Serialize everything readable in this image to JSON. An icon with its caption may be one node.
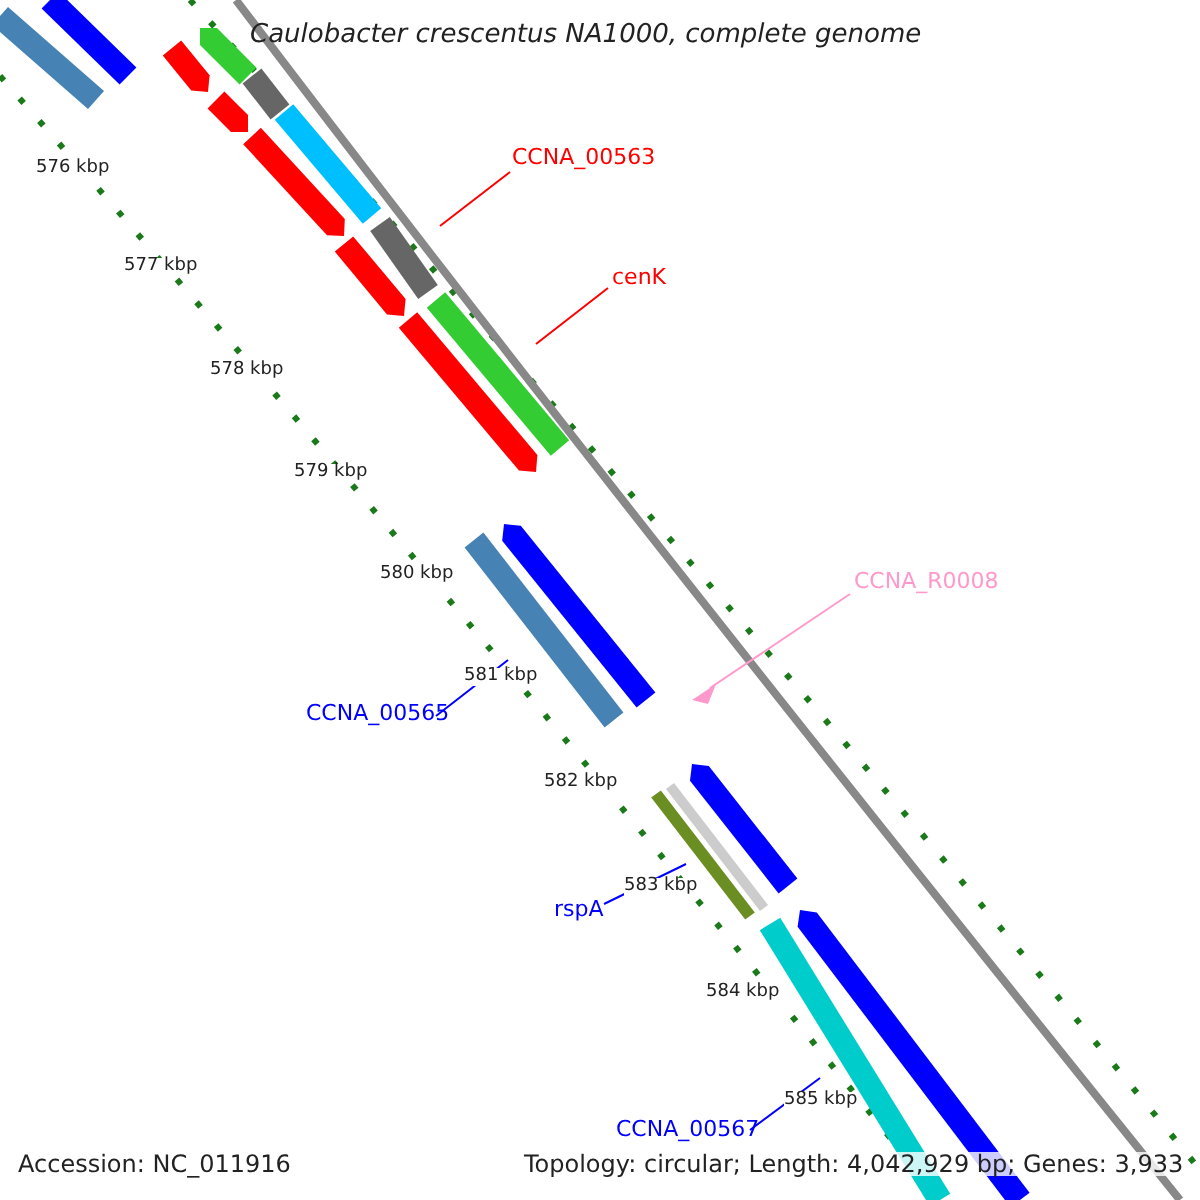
{
  "diagram": {
    "title": "Caulobacter crescentus NA1000, complete genome",
    "nodes": [
      {
        "text": [
          "CCNA_00563"
        ]
      },
      {
        "text": [
          "cenK"
        ]
      },
      {
        "text": [
          "CCNA_R0008"
        ]
      },
      {
        "text": [
          "CCNA_00565"
        ]
      },
      {
        "text": [
          "rspA"
        ]
      },
      {
        "text": [
          "CCNA_00567"
        ]
      },
      {
        "text": [],
        "shape": "bar"
      },
      {
        "text": [],
        "shape": "bar"
      },
      {
        "text": [],
        "shape": "bar"
      },
      {
        "text": [],
        "shape": "bar"
      },
      {
        "text": [],
        "shape": "bar"
      },
      {
        "text": [],
        "shape": "bar"
      },
      {
        "text": [],
        "shape": "bar"
      },
      {
        "text": [],
        "shape": "bar"
      },
      {
        "text": [],
        "shape": "bar"
      },
      {
        "text": [],
        "shape": "bar"
      },
      {
        "text": [],
        "shape": "bar"
      },
      {
        "text": [],
        "shape": "bar"
      },
      {
        "text": [],
        "shape": "bar"
      },
      {
        "text": [],
        "shape": "bar"
      },
      {
        "text": [],
        "shape": "triangle"
      },
      {
        "text": [],
        "shape": "bar"
      },
      {
        "text": [],
        "shape": "bar"
      },
      {
        "text": [],
        "shape": "bar"
      },
      {
        "text": [],
        "shape": "bar"
      },
      {
        "text": [],
        "shape": "bar"
      }
    ],
    "edges": [
      {
        "from": 0,
        "to": 14,
        "arrow": "none",
        "color": "#ff0000"
      },
      {
        "from": 1,
        "to": 16,
        "arrow": "none",
        "color": "#ff0000"
      },
      {
        "from": 2,
        "to": 20,
        "arrow": "none",
        "color": "#ff99cc"
      },
      {
        "from": 3,
        "to": 19,
        "arrow": "none",
        "color": "#0000ff"
      },
      {
        "from": 4,
        "to": 23,
        "arrow": "none",
        "color": "#0000ff"
      },
      {
        "from": 5,
        "to": 25,
        "arrow": "none",
        "color": "#0000ff"
      }
    ],
    "labels": [
      "576 kbp",
      "577 kbp",
      "578 kbp",
      "579 kbp",
      "580 kbp",
      "581 kbp",
      "582 kbp",
      "583 kbp",
      "584 kbp",
      "585 kbp",
      "Accession: NC_011916",
      "Topology: circular; Length: 4,042,929 bp; Genes: 3,933"
    ]
  }
}
